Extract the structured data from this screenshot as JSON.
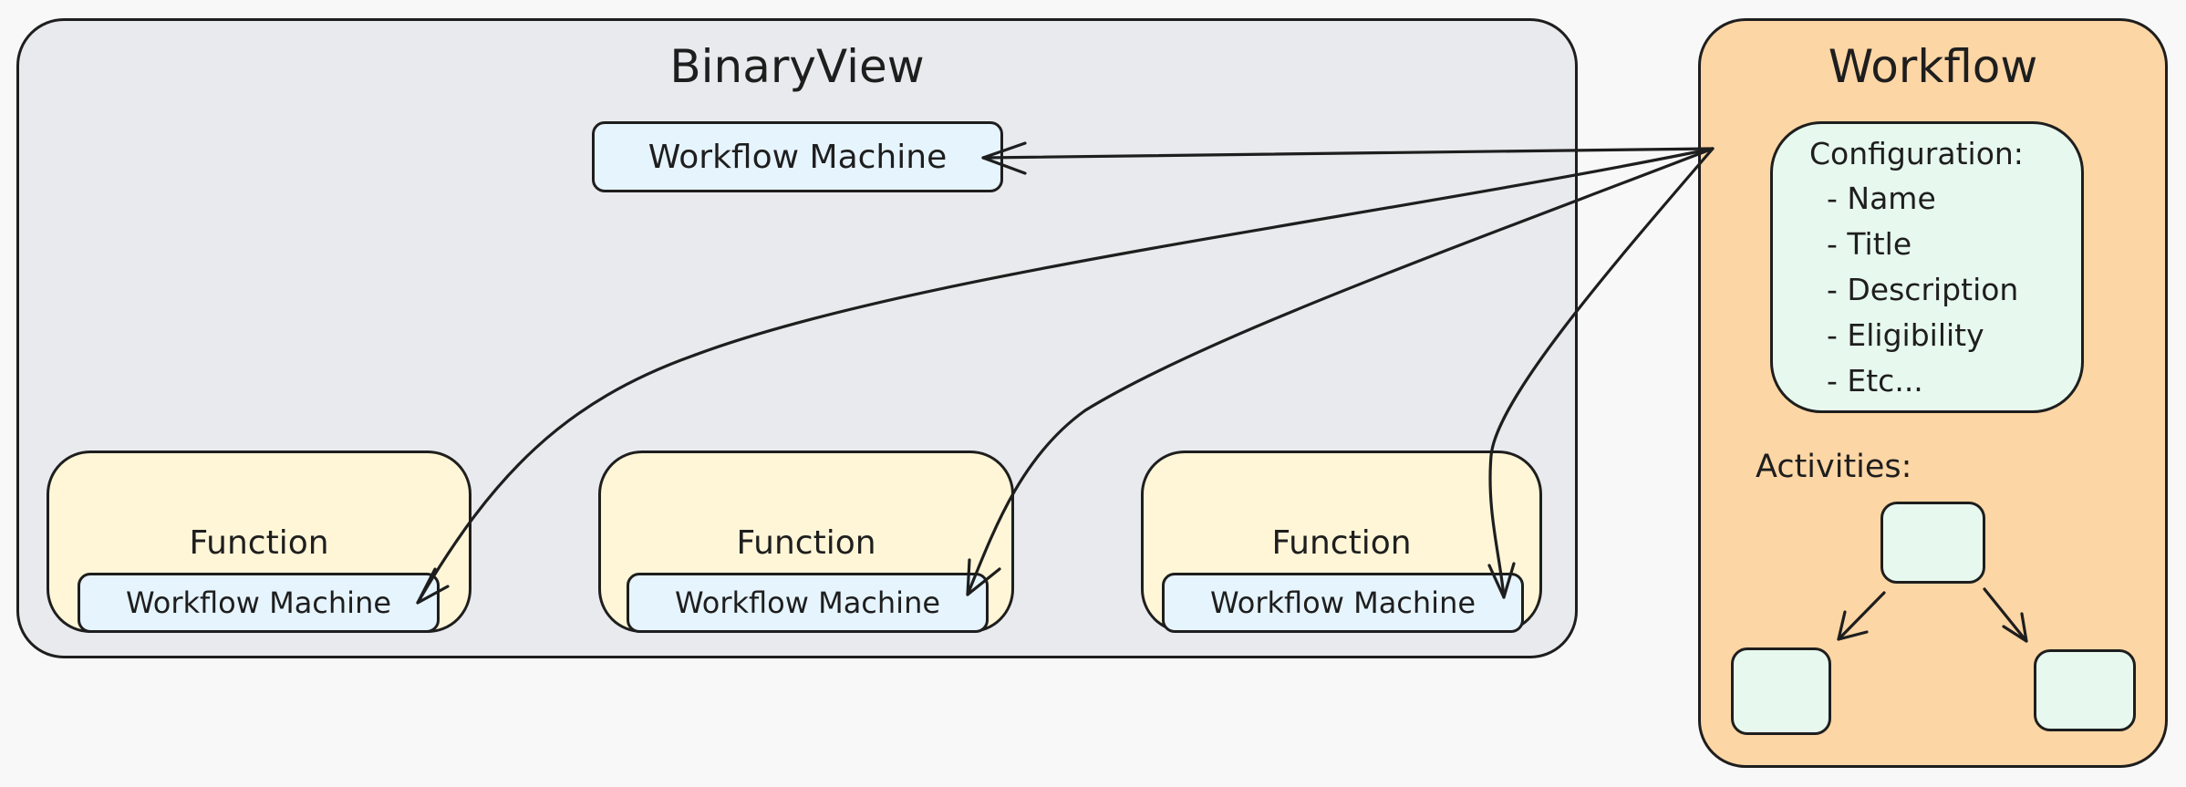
{
  "binary_view": {
    "title": "BinaryView",
    "machine_label": "Workflow Machine",
    "functions": [
      {
        "label": "Function",
        "machine_label": "Workflow Machine"
      },
      {
        "label": "Function",
        "machine_label": "Workflow Machine"
      },
      {
        "label": "Function",
        "machine_label": "Workflow Machine"
      }
    ]
  },
  "workflow": {
    "title": "Workflow",
    "configuration": {
      "heading": "Configuration:",
      "items": [
        "- Name",
        "- Title",
        "- Description",
        "- Eligibility",
        "- Etc..."
      ]
    },
    "activities_label": "Activities:"
  },
  "colors": {
    "binary_view_fill": "#e9eaed",
    "workflow_fill": "#fdd6a5",
    "function_fill": "#fef6d7",
    "machine_fill": "#e6f4fd",
    "config_fill": "#e7f8ee",
    "stroke": "#1e1e1e"
  }
}
